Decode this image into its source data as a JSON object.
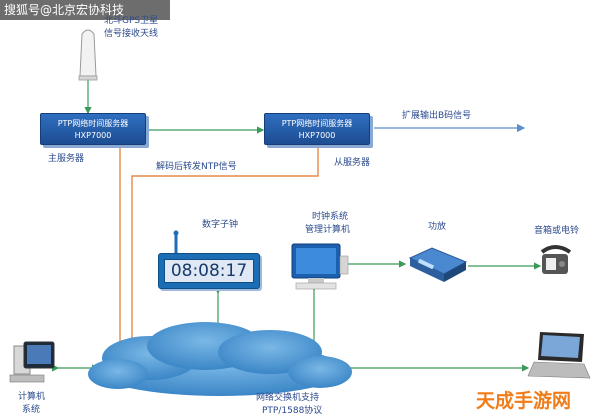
{
  "watermark_top": "搜狐号@北京宏协科技",
  "antenna_label_line1": "北斗GPS卫星",
  "antenna_label_line2": "信号接收天线",
  "main_server": {
    "line1": "PTP网络时间服务器",
    "line2": "HXP7000",
    "caption": "主服务器"
  },
  "slave_server": {
    "line1": "PTP网络时间服务器",
    "line2": "HXP7000",
    "caption": "从服务器"
  },
  "bcode_label": "扩展输出B码信号",
  "ntp_label": "解码后转发NTP信号",
  "digital_clock": {
    "label": "数字子钟",
    "time": "08:08:17"
  },
  "mgmt_computer": {
    "line1": "时钟系统",
    "line2": "管理计算机"
  },
  "amplifier_label": "功放",
  "speaker_label": "音箱或电铃",
  "left_computer": {
    "line1": "计算机",
    "line2": "系统"
  },
  "switch_label": {
    "line1": "网络交换机支持",
    "line2": "PTP/1588协议"
  },
  "brand_watermark": "天成手游网",
  "colors": {
    "server_blue": "#1d4d92",
    "green_link": "#3a9b58",
    "orange_link": "#e58a4a",
    "cloud_blue": "#4f9ad4",
    "text_blue": "#2a4a8c"
  }
}
